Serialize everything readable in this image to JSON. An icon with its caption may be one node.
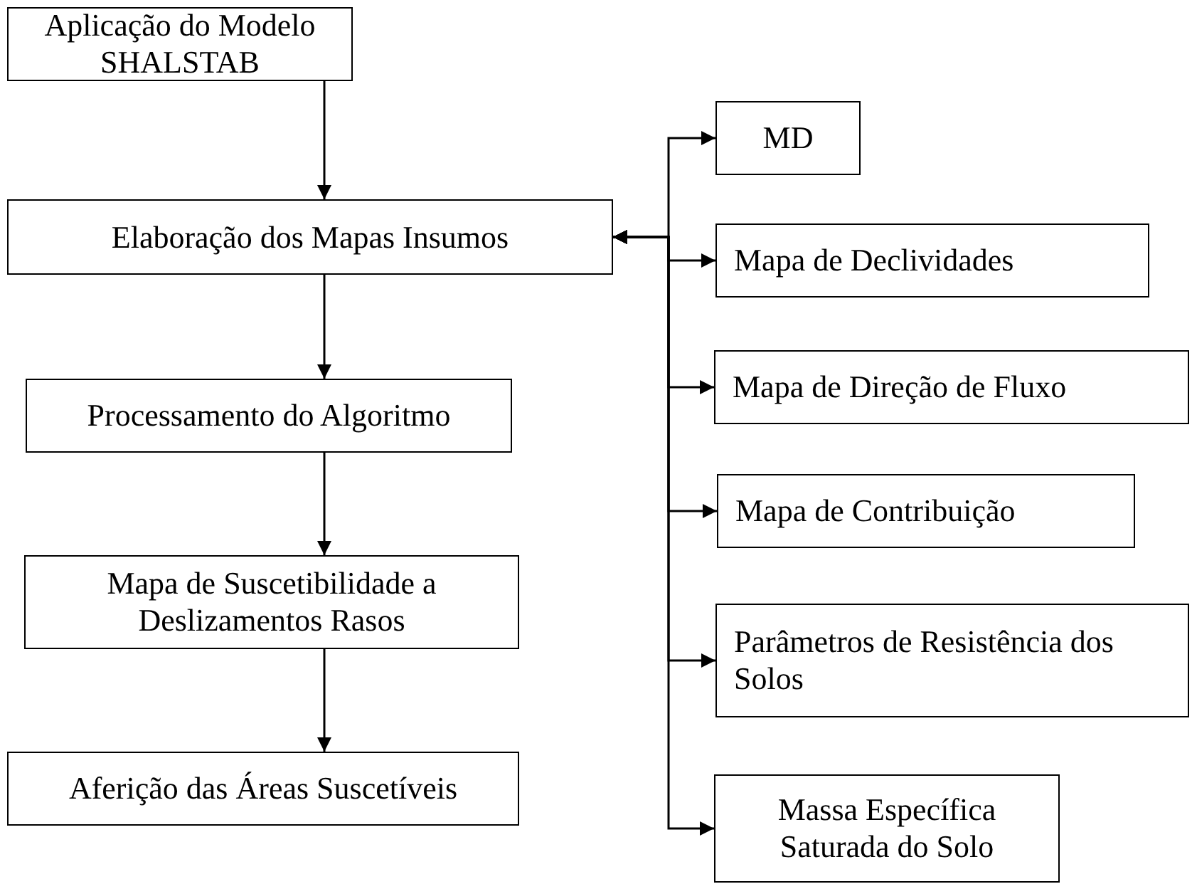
{
  "diagram": {
    "nodes": [
      {
        "text": [
          "Aplicação do Modelo SHALSTAB"
        ]
      },
      {
        "text": [
          "Elaboração dos Mapas Insumos"
        ]
      },
      {
        "text": [
          "Processamento do Algoritmo"
        ]
      },
      {
        "text": [
          "Mapa de Suscetibilidade a Deslizamentos Rasos"
        ]
      },
      {
        "text": [
          "Aferição das Áreas Suscetíveis"
        ]
      },
      {
        "text": [
          "MD"
        ]
      },
      {
        "text": [
          "Mapa de Declividades"
        ]
      },
      {
        "text": [
          "Mapa de Direção de Fluxo"
        ]
      },
      {
        "text": [
          "Mapa de Contribuição"
        ]
      },
      {
        "text": [
          "Parâmetros de Resistência dos Solos"
        ]
      },
      {
        "text": [
          "Massa Específica Saturada do Solo"
        ]
      }
    ],
    "edges": [
      {
        "from": 0,
        "to": 1,
        "arrow": "to"
      },
      {
        "from": 1,
        "to": 2,
        "arrow": "to"
      },
      {
        "from": 2,
        "to": 3,
        "arrow": "to"
      },
      {
        "from": 3,
        "to": 4,
        "arrow": "to"
      },
      {
        "from": 1,
        "to": 5,
        "arrow": "both"
      },
      {
        "from": 1,
        "to": 6,
        "arrow": "both"
      },
      {
        "from": 1,
        "to": 7,
        "arrow": "both"
      },
      {
        "from": 1,
        "to": 8,
        "arrow": "both"
      },
      {
        "from": 1,
        "to": 9,
        "arrow": "both"
      },
      {
        "from": 1,
        "to": 10,
        "arrow": "both"
      }
    ]
  }
}
